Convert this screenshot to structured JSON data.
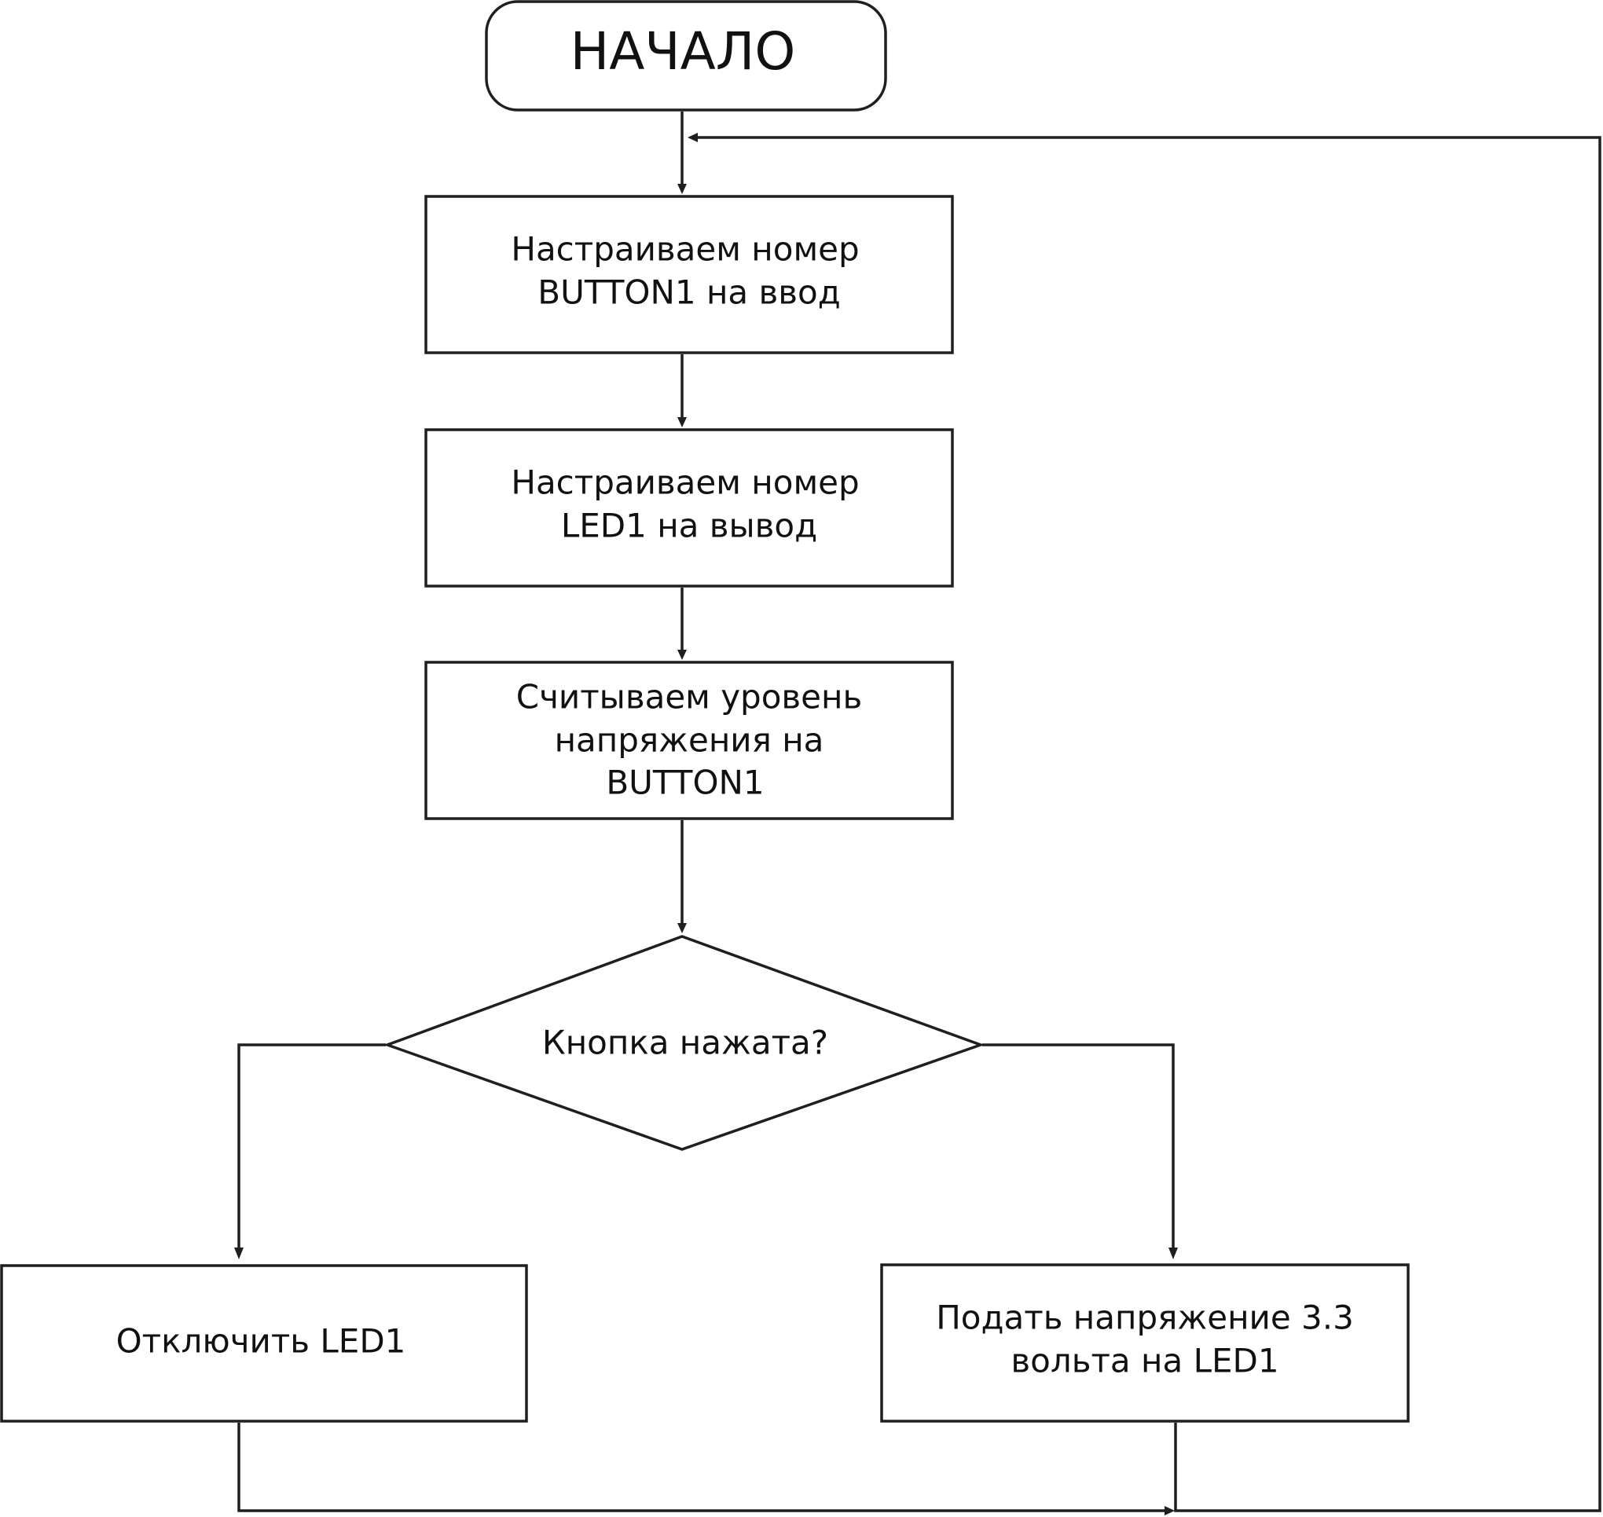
{
  "flowchart": {
    "start": {
      "label": "НАЧАЛО"
    },
    "steps": [
      {
        "lines": [
          "Настраиваем номер",
          "BUTTON1 на ввод"
        ]
      },
      {
        "lines": [
          "Настраиваем номер",
          "LED1 на вывод"
        ]
      },
      {
        "lines": [
          "Считываем уровень",
          "напряжения на",
          "BUTTON1"
        ]
      }
    ],
    "decision": {
      "label": "Кнопка нажата?"
    },
    "branch_left": {
      "lines": [
        "Отключить LED1"
      ]
    },
    "branch_right": {
      "lines": [
        "Подать напряжение 3.3",
        "вольта на LED1"
      ]
    }
  },
  "colors": {
    "stroke": "#1f1f1f",
    "text": "#111111",
    "background": "#ffffff"
  }
}
